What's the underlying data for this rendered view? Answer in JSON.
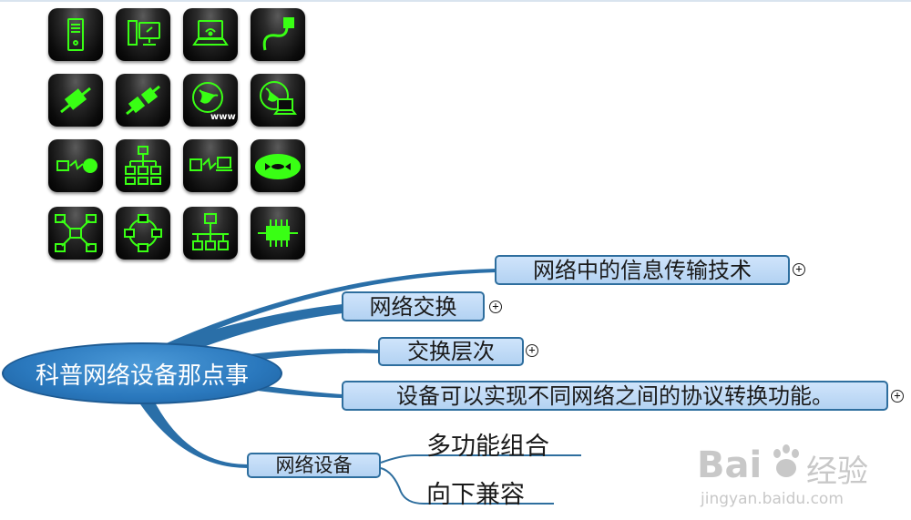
{
  "mindmap": {
    "central": "科普网络设备那点事",
    "branches": {
      "info_tech": "网络中的信息传输技术",
      "switching": "网络交换",
      "layers": "交换层次",
      "protocol": "设备可以实现不同网络之间的协议转换功能。",
      "devices": "网络设备"
    },
    "leaves": {
      "multi": "多功能组合",
      "compat": "向下兼容"
    },
    "expand_symbol": "+"
  },
  "icons": [
    "server-tower-icon",
    "desktop-computer-icon",
    "laptop-wifi-icon",
    "ethernet-cable-icon",
    "cable-connector-icon",
    "plug-connect-icon",
    "globe-www-icon",
    "globe-laptop-icon",
    "computer-to-globe-icon",
    "network-tree-icon",
    "computer-link-icon",
    "network-disk-icon",
    "star-network-icon",
    "ring-network-icon",
    "bus-network-icon",
    "chip-icon"
  ],
  "colors": {
    "icon_green": "#39ff14",
    "node_fill": "#c4dcf6",
    "node_border": "#2e6e9e",
    "central_fill": "#2a78bd"
  },
  "watermark": {
    "brand": "Bai",
    "brand_suffix": "经验",
    "url": "jingyan.baidu.com"
  }
}
